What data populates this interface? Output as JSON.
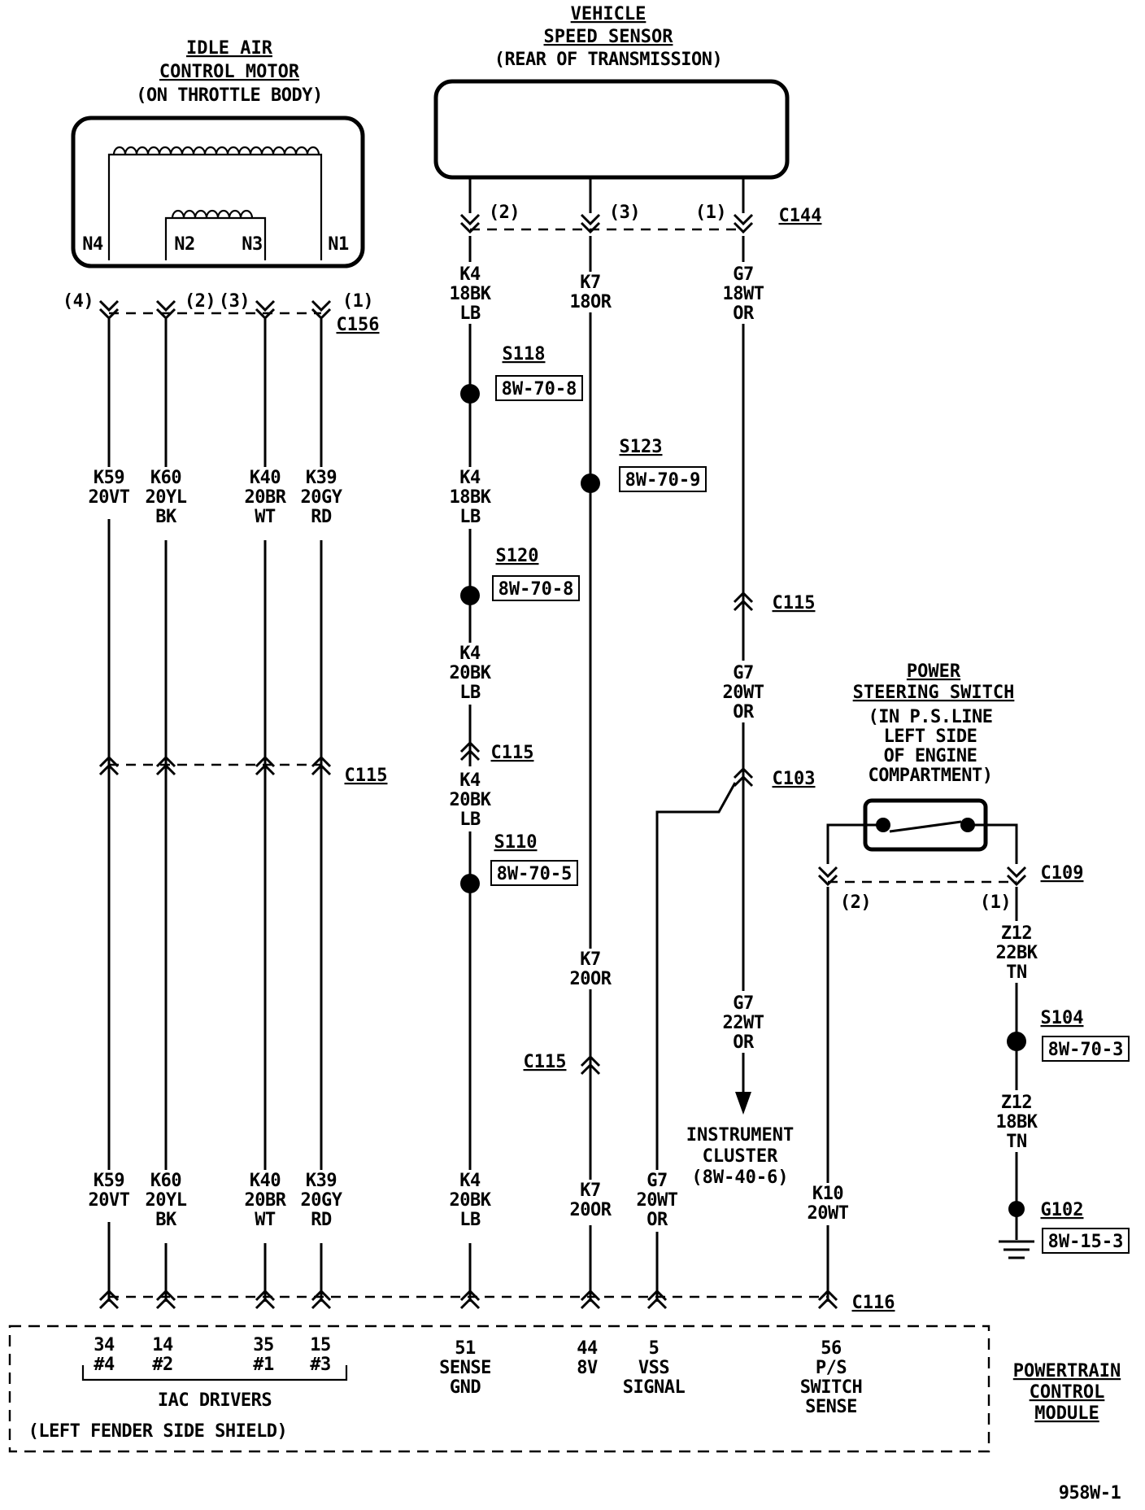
{
  "iac_motor": {
    "title_1": "IDLE AIR",
    "title_2": "CONTROL MOTOR",
    "location": "(ON THROTTLE BODY)",
    "terminals": [
      "N4",
      "N2",
      "N3",
      "N1"
    ],
    "connector": "C156",
    "pins": [
      "(4)",
      "(2)",
      "(3)",
      "(1)"
    ]
  },
  "vss": {
    "title_1": "VEHICLE",
    "title_2": "SPEED SENSOR",
    "location": "(REAR OF TRANSMISSION)",
    "connector": "C144",
    "pins": [
      "(2)",
      "(3)",
      "(1)"
    ]
  },
  "wires": {
    "k59": [
      "K59",
      "20VT"
    ],
    "k60": [
      "K60",
      "20YL",
      "BK"
    ],
    "k40": [
      "K40",
      "20BR",
      "WT"
    ],
    "k39": [
      "K39",
      "20GY",
      "RD"
    ],
    "k4_18": [
      "K4",
      "18BK",
      "LB"
    ],
    "k4_20": [
      "K4",
      "20BK",
      "LB"
    ],
    "k7_18": [
      "K7",
      "18OR"
    ],
    "k7_20": [
      "K7",
      "20OR"
    ],
    "g7_18": [
      "G7",
      "18WT",
      "OR"
    ],
    "g7_20": [
      "G7",
      "20WT",
      "OR"
    ],
    "g7_22": [
      "G7",
      "22WT",
      "OR"
    ],
    "k10": [
      "K10",
      "20WT"
    ],
    "z12_22": [
      "Z12",
      "22BK",
      "TN"
    ],
    "z12_18": [
      "Z12",
      "18BK",
      "TN"
    ]
  },
  "splices": {
    "s118": {
      "name": "S118",
      "ref": "8W-70-8"
    },
    "s123": {
      "name": "S123",
      "ref": "8W-70-9"
    },
    "s120": {
      "name": "S120",
      "ref": "8W-70-8"
    },
    "s110": {
      "name": "S110",
      "ref": "8W-70-5"
    },
    "s104": {
      "name": "S104",
      "ref": "8W-70-3"
    }
  },
  "ground": {
    "name": "G102",
    "ref": "8W-15-3"
  },
  "connectors": {
    "c115": "C115",
    "c103": "C103",
    "c109": "C109",
    "c116": "C116"
  },
  "ps_switch": {
    "title": "POWER",
    "title_2": "STEERING SWITCH",
    "loc_1": "(IN P.S.LINE",
    "loc_2": "LEFT SIDE",
    "loc_3": "OF ENGINE",
    "loc_4": "COMPARTMENT)",
    "pins": [
      "(2)",
      "(1)"
    ]
  },
  "cluster": {
    "title_1": "INSTRUMENT",
    "title_2": "CLUSTER",
    "ref": "(8W-40-6)"
  },
  "pcm": {
    "title_1": "POWERTRAIN",
    "title_2": "CONTROL",
    "title_3": "MODULE",
    "iac_pins": [
      [
        "34",
        "#4"
      ],
      [
        "14",
        "#2"
      ],
      [
        "35",
        "#1"
      ],
      [
        "15",
        "#3"
      ]
    ],
    "iac_label": "IAC DRIVERS",
    "location": "(LEFT FENDER SIDE SHIELD)",
    "pin_51": [
      "51",
      "SENSE",
      "GND"
    ],
    "pin_44": [
      "44",
      "8V"
    ],
    "pin_5": [
      "5",
      "VSS",
      "SIGNAL"
    ],
    "pin_56": [
      "56",
      "P/S",
      "SWITCH",
      "SENSE"
    ]
  },
  "figure_id": "958W-1"
}
